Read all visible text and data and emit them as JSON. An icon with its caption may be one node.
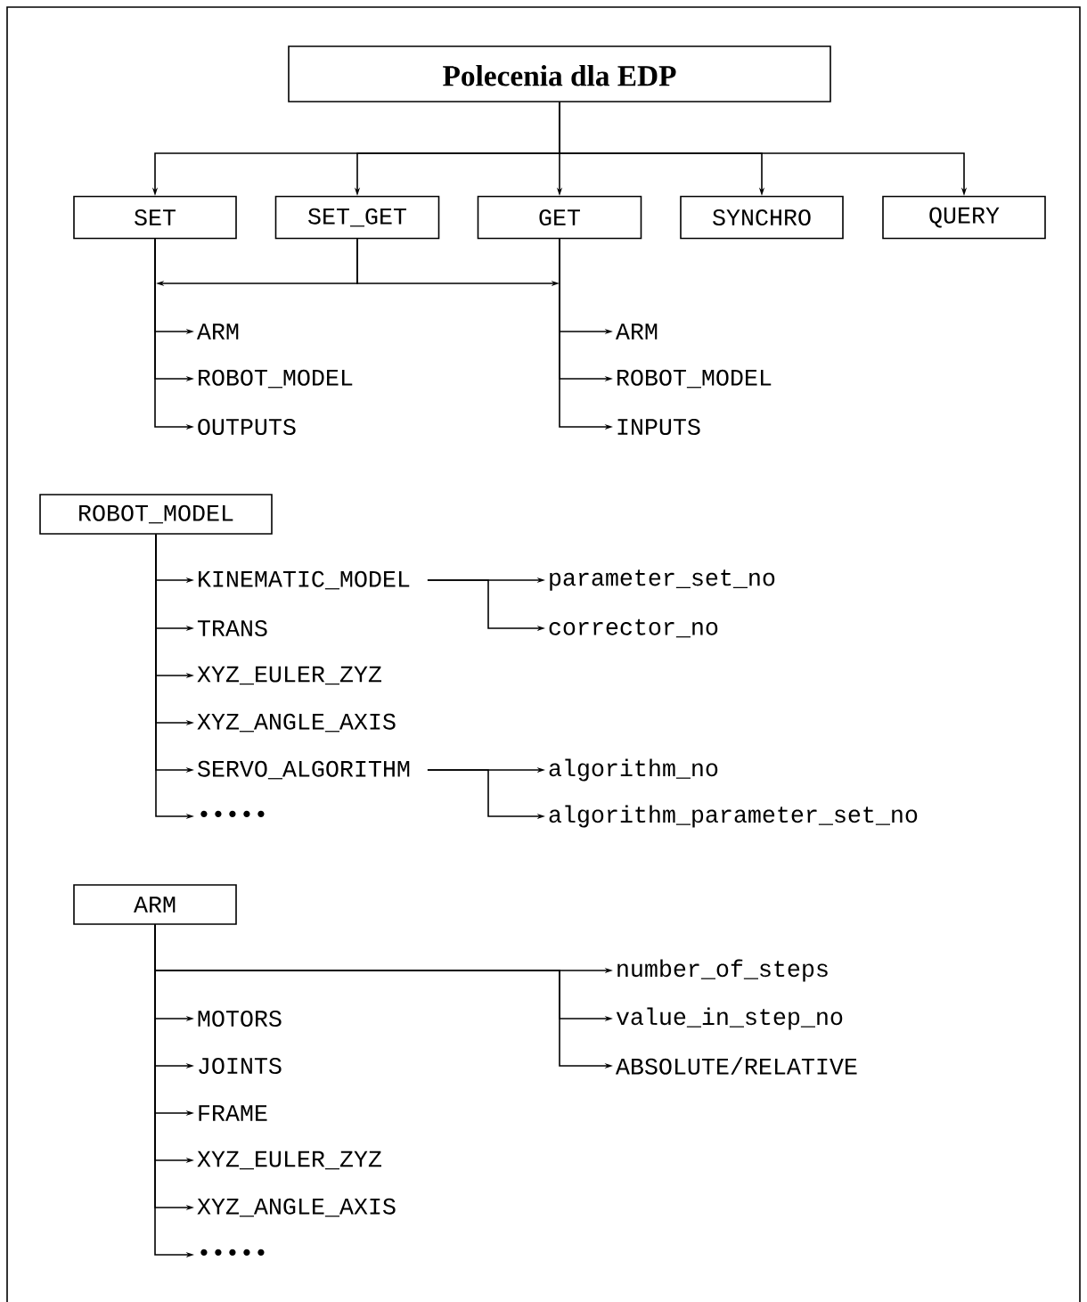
{
  "diagram": {
    "nodes": [
      {
        "text": [
          "Polecenia dla EDP"
        ]
      },
      {
        "text": [
          "SET"
        ]
      },
      {
        "text": [
          "SET_GET"
        ]
      },
      {
        "text": [
          "GET"
        ]
      },
      {
        "text": [
          "SYNCHRO"
        ]
      },
      {
        "text": [
          "QUERY"
        ]
      },
      {
        "text": [
          "ARM"
        ]
      },
      {
        "text": [
          "ROBOT_MODEL"
        ]
      },
      {
        "text": [
          "OUTPUTS"
        ]
      },
      {
        "text": [
          "ARM"
        ]
      },
      {
        "text": [
          "ROBOT_MODEL"
        ]
      },
      {
        "text": [
          "INPUTS"
        ]
      },
      {
        "text": [
          "ROBOT_MODEL"
        ]
      },
      {
        "text": [
          "KINEMATIC_MODEL"
        ]
      },
      {
        "text": [
          "TRANS"
        ]
      },
      {
        "text": [
          "XYZ_EULER_ZYZ"
        ]
      },
      {
        "text": [
          "XYZ_ANGLE_AXIS"
        ]
      },
      {
        "text": [
          "SERVO_ALGORITHM"
        ]
      },
      {
        "text": [
          "•••••"
        ]
      },
      {
        "text": [
          "parameter_set_no"
        ]
      },
      {
        "text": [
          "corrector_no"
        ]
      },
      {
        "text": [
          "algorithm_no"
        ]
      },
      {
        "text": [
          "algorithm_parameter_set_no"
        ]
      },
      {
        "text": [
          "ARM"
        ]
      },
      {
        "text": [
          "MOTORS"
        ]
      },
      {
        "text": [
          "JOINTS"
        ]
      },
      {
        "text": [
          "FRAME"
        ]
      },
      {
        "text": [
          "XYZ_EULER_ZYZ"
        ]
      },
      {
        "text": [
          "XYZ_ANGLE_AXIS"
        ]
      },
      {
        "text": [
          "•••••"
        ]
      },
      {
        "text": [
          "number_of_steps"
        ]
      },
      {
        "text": [
          "value_in_step_no"
        ]
      },
      {
        "text": [
          "ABSOLUTE/RELATIVE"
        ]
      }
    ],
    "edges": [
      {
        "from": 0,
        "to": 1,
        "arrow": "to"
      },
      {
        "from": 0,
        "to": 2,
        "arrow": "to"
      },
      {
        "from": 0,
        "to": 3,
        "arrow": "to"
      },
      {
        "from": 0,
        "to": 4,
        "arrow": "to"
      },
      {
        "from": 0,
        "to": 5,
        "arrow": "to"
      },
      {
        "from": 2,
        "to": null,
        "arrow": "to"
      },
      {
        "from": 2,
        "to": null,
        "arrow": "to"
      },
      {
        "from": 1,
        "to": 6,
        "arrow": "to"
      },
      {
        "from": 1,
        "to": 7,
        "arrow": "to"
      },
      {
        "from": 1,
        "to": 8,
        "arrow": "to"
      },
      {
        "from": 3,
        "to": 9,
        "arrow": "to"
      },
      {
        "from": 3,
        "to": 10,
        "arrow": "to"
      },
      {
        "from": 3,
        "to": 11,
        "arrow": "to"
      },
      {
        "from": 12,
        "to": 13,
        "arrow": "to"
      },
      {
        "from": 12,
        "to": 14,
        "arrow": "to"
      },
      {
        "from": 12,
        "to": 15,
        "arrow": "to"
      },
      {
        "from": 12,
        "to": 16,
        "arrow": "to"
      },
      {
        "from": 12,
        "to": 17,
        "arrow": "to"
      },
      {
        "from": 12,
        "to": 18,
        "arrow": "to"
      },
      {
        "from": 13,
        "to": 19,
        "arrow": "to"
      },
      {
        "from": 13,
        "to": 20,
        "arrow": "to"
      },
      {
        "from": 17,
        "to": 21,
        "arrow": "to"
      },
      {
        "from": 17,
        "to": 22,
        "arrow": "to"
      },
      {
        "from": 23,
        "to": 30,
        "arrow": "to"
      },
      {
        "from": 23,
        "to": 31,
        "arrow": "to"
      },
      {
        "from": 23,
        "to": 32,
        "arrow": "to"
      },
      {
        "from": 23,
        "to": 24,
        "arrow": "to"
      },
      {
        "from": 23,
        "to": 25,
        "arrow": "to"
      },
      {
        "from": 23,
        "to": 26,
        "arrow": "to"
      },
      {
        "from": 23,
        "to": 27,
        "arrow": "to"
      },
      {
        "from": 23,
        "to": 28,
        "arrow": "to"
      },
      {
        "from": 23,
        "to": 29,
        "arrow": "to"
      }
    ]
  }
}
